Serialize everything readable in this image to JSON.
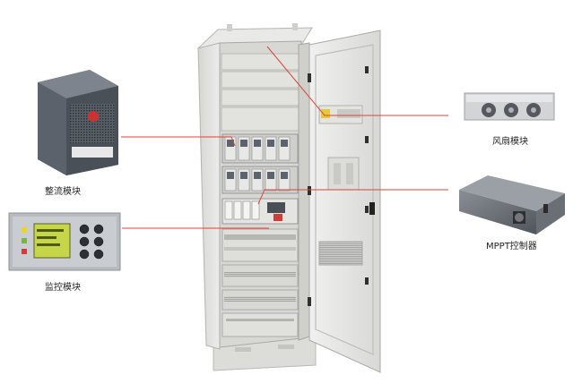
{
  "labels": {
    "rectifier": "整流模块",
    "monitor": "监控模块",
    "fan": "风扇模块",
    "mppt": "MPPT控制器"
  },
  "colors": {
    "callout_line": "#d9443b",
    "cabinet": "#e6e6e4",
    "background": "#ffffff"
  },
  "icons": {
    "rectifier": "rectifier-module-photo",
    "monitor": "monitor-module-photo",
    "fan": "fan-module-photo",
    "mppt": "mppt-controller-photo",
    "cabinet": "power-cabinet-photo"
  }
}
